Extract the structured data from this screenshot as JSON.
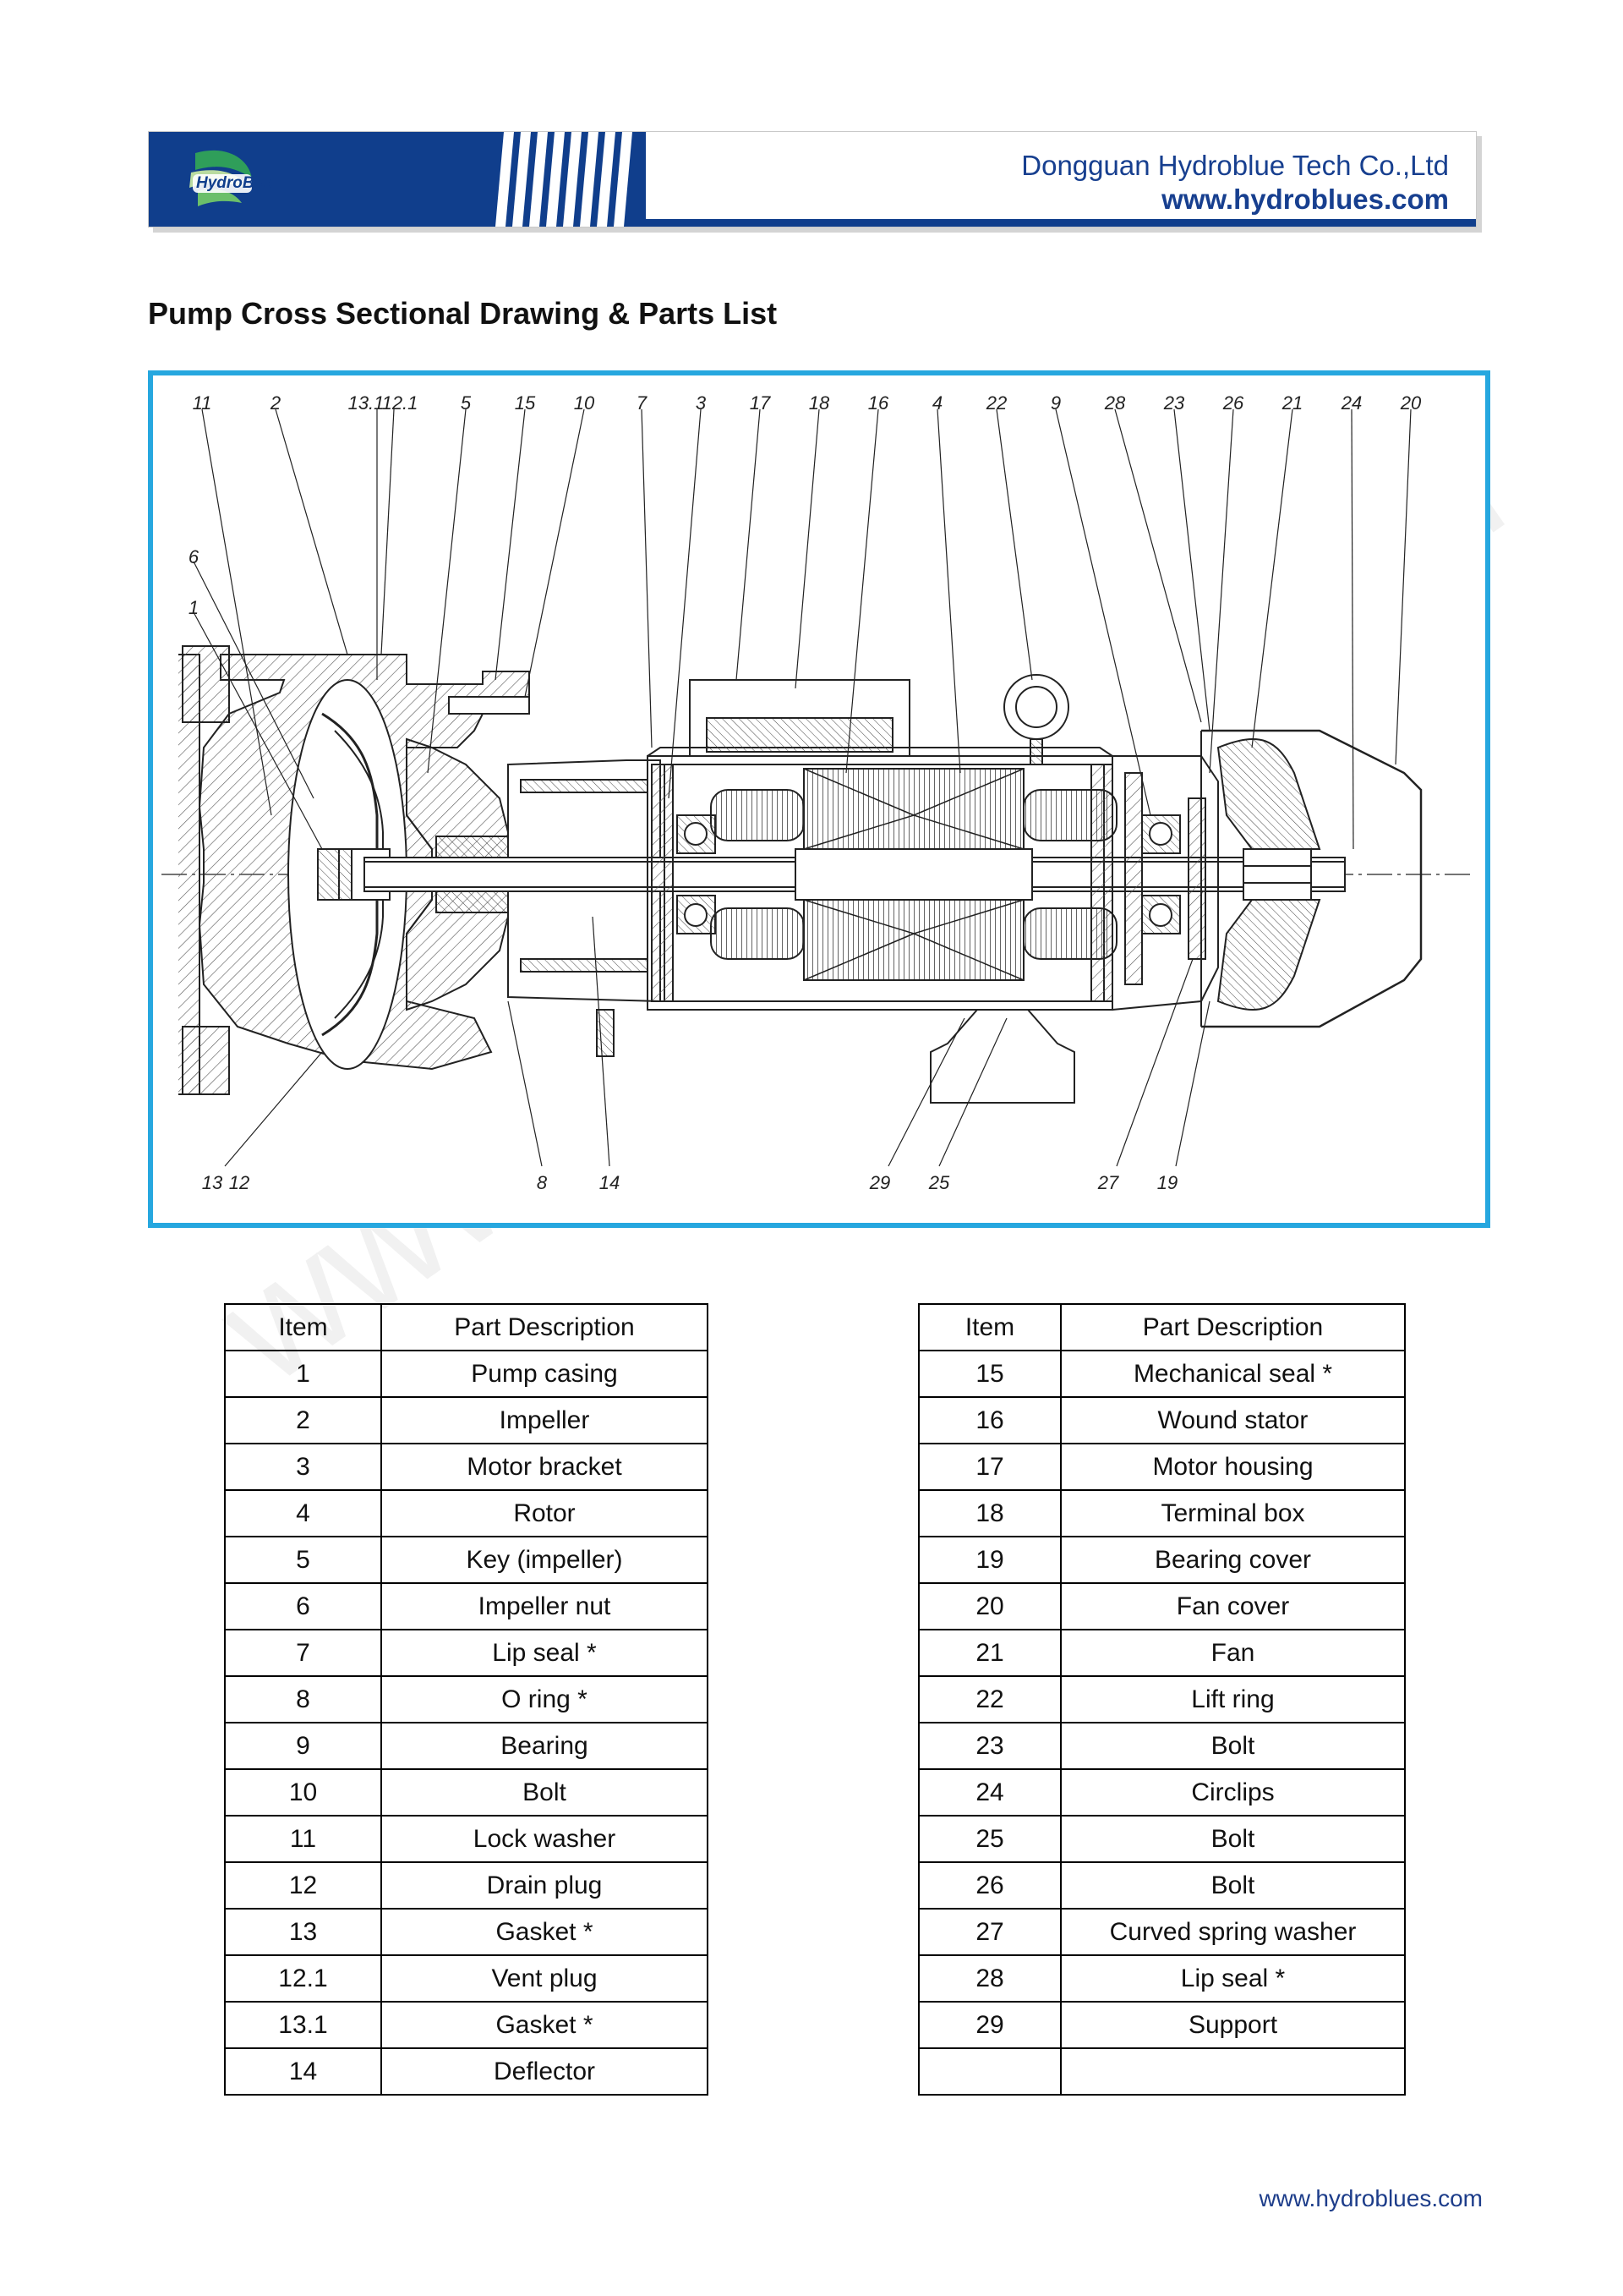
{
  "header": {
    "logo_text": "HydroBlue",
    "company_name": "Dongguan Hydroblue Tech Co.,Ltd",
    "website": "www.hydroblues.com"
  },
  "title": "Pump Cross Sectional Drawing & Parts List",
  "drawing": {
    "callouts_top": [
      "11",
      "2",
      "13.1",
      "12.1",
      "5",
      "15",
      "10",
      "7",
      "3",
      "17",
      "18",
      "16",
      "4",
      "22",
      "9",
      "28",
      "23",
      "26",
      "21",
      "24",
      "20"
    ],
    "callouts_left": [
      "6",
      "1"
    ],
    "callouts_bottom": [
      "13",
      "12",
      "8",
      "14",
      "29",
      "25",
      "27",
      "19"
    ]
  },
  "parts_table_left": {
    "headers": [
      "Item",
      "Part Description"
    ],
    "rows": [
      [
        "1",
        "Pump casing"
      ],
      [
        "2",
        "Impeller"
      ],
      [
        "3",
        "Motor bracket"
      ],
      [
        "4",
        "Rotor"
      ],
      [
        "5",
        "Key (impeller)"
      ],
      [
        "6",
        "Impeller nut"
      ],
      [
        "7",
        "Lip seal *"
      ],
      [
        "8",
        "O ring *"
      ],
      [
        "9",
        "Bearing"
      ],
      [
        "10",
        "Bolt"
      ],
      [
        "11",
        "Lock washer"
      ],
      [
        "12",
        "Drain plug"
      ],
      [
        "13",
        "Gasket *"
      ],
      [
        "12.1",
        "Vent plug"
      ],
      [
        "13.1",
        "Gasket *"
      ],
      [
        "14",
        "Deflector"
      ]
    ]
  },
  "parts_table_right": {
    "headers": [
      "Item",
      "Part Description"
    ],
    "rows": [
      [
        "15",
        "Mechanical seal *"
      ],
      [
        "16",
        "Wound stator"
      ],
      [
        "17",
        "Motor housing"
      ],
      [
        "18",
        "Terminal box"
      ],
      [
        "19",
        "Bearing cover"
      ],
      [
        "20",
        "Fan cover"
      ],
      [
        "21",
        "Fan"
      ],
      [
        "22",
        "Lift ring"
      ],
      [
        "23",
        "Bolt"
      ],
      [
        "24",
        "Circlips"
      ],
      [
        "25",
        "Bolt"
      ],
      [
        "26",
        "Bolt"
      ],
      [
        "27",
        "Curved spring washer"
      ],
      [
        "28",
        "Lip seal *"
      ],
      [
        "29",
        "Support"
      ],
      [
        "",
        ""
      ]
    ]
  },
  "footer": {
    "website": "www.hydroblues.com"
  },
  "watermark": "www.hydroblues.com",
  "colors": {
    "brand_blue": "#103e8c",
    "frame_blue": "#26a7df",
    "text_blue": "#173f8f"
  }
}
